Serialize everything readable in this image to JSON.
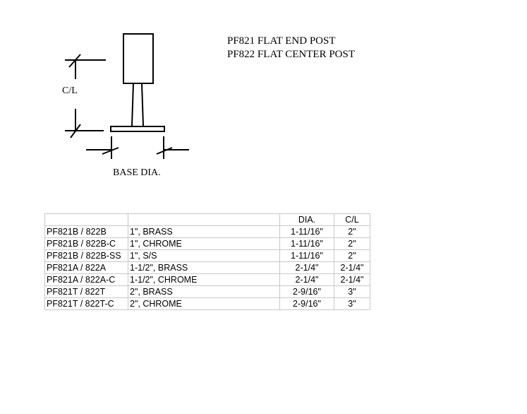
{
  "titles": [
    "PF821 FLAT END POST",
    "PF822 FLAT CENTER POST"
  ],
  "drawing": {
    "cl_label": "C/L",
    "base_label": "BASE DIA."
  },
  "table": {
    "headers": [
      "",
      "",
      "DIA.",
      "C/L"
    ],
    "rows": [
      [
        "PF821B / 822B",
        "1\", BRASS",
        "1-11/16\"",
        "2\""
      ],
      [
        "PF821B / 822B-C",
        "1\", CHROME",
        "1-11/16\"",
        "2\""
      ],
      [
        "PF821B / 822B-SS",
        "1\", S/S",
        "1-11/16\"",
        "2\""
      ],
      [
        "PF821A / 822A",
        "1-1/2\", BRASS",
        "2-1/4\"",
        "2-1/4\""
      ],
      [
        "PF821A / 822A-C",
        "1-1/2\", CHROME",
        "2-1/4\"",
        "2-1/4\""
      ],
      [
        "PF821T / 822T",
        "2\", BRASS",
        "2-9/16\"",
        "3\""
      ],
      [
        "PF821T / 822T-C",
        "2\", CHROME",
        "2-9/16\"",
        "3\""
      ]
    ]
  }
}
